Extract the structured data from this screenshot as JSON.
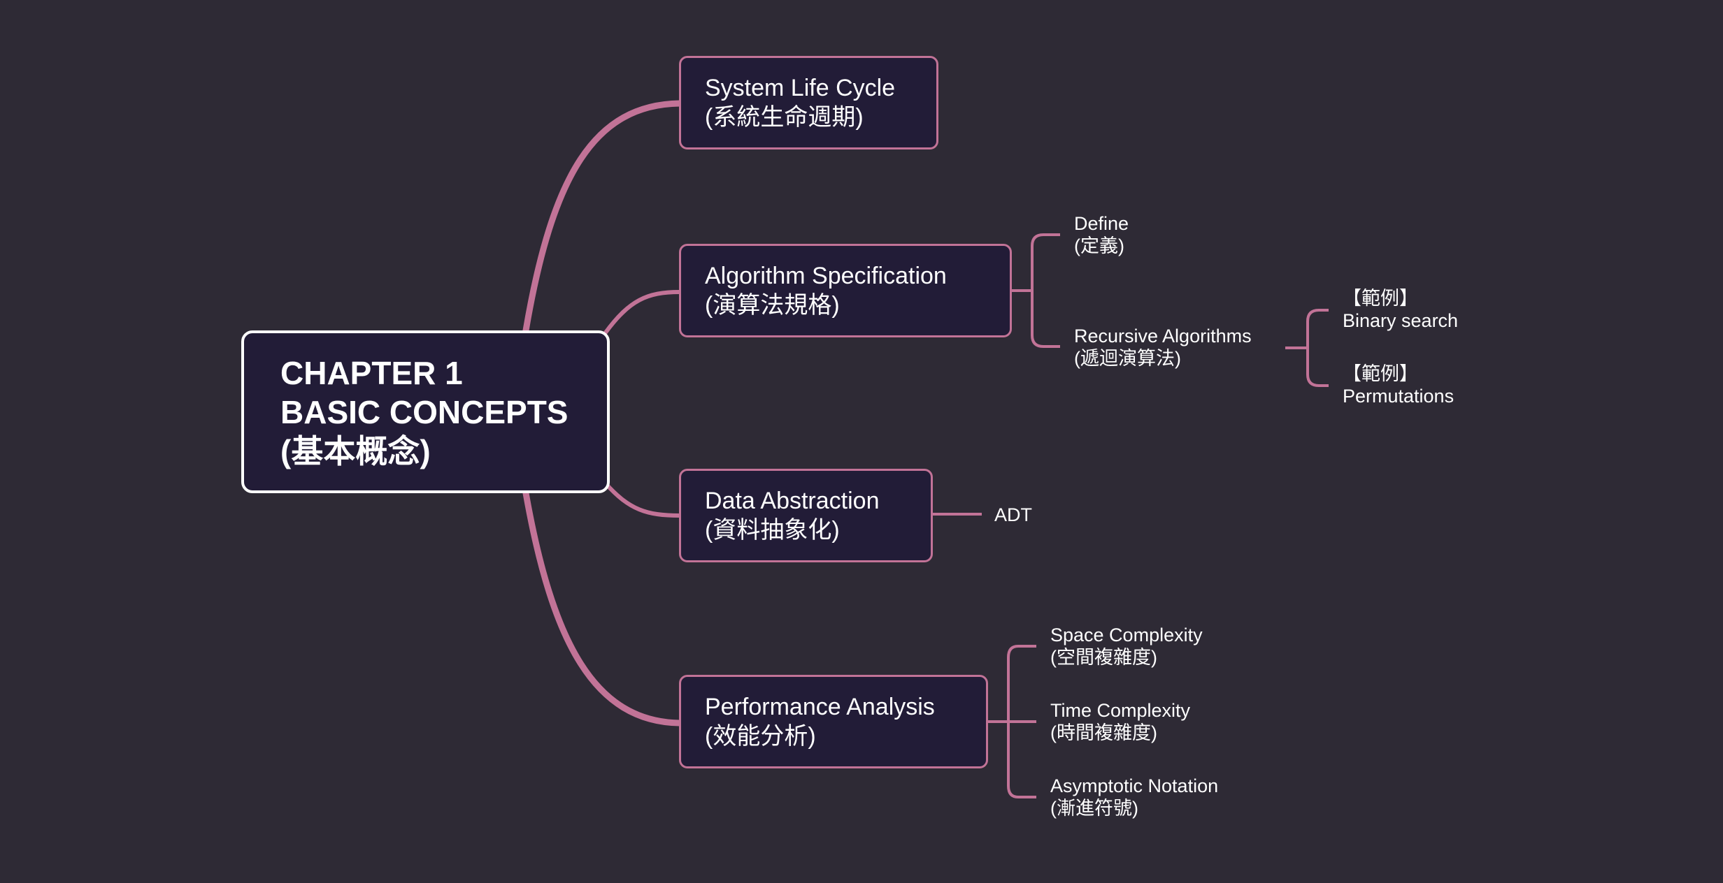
{
  "colors": {
    "background": "#2e2a35",
    "node_fill": "#221c37",
    "branch": "#c27397",
    "root_border": "#ffffff",
    "text": "#ffffff"
  },
  "root": {
    "lines": [
      "CHAPTER 1",
      "BASIC CONCEPTS",
      "(基本概念)"
    ]
  },
  "branches": [
    {
      "id": "system-life-cycle",
      "lines": [
        "System Life Cycle",
        "(系統生命週期)"
      ],
      "children": []
    },
    {
      "id": "algorithm-specification",
      "lines": [
        "Algorithm Specification",
        "(演算法規格)"
      ],
      "children": [
        {
          "lines": [
            "Define",
            "(定義)"
          ],
          "children": []
        },
        {
          "lines": [
            "Recursive Algorithms",
            "(遞迴演算法)"
          ],
          "children": [
            {
              "lines": [
                "【範例】",
                "Binary search"
              ]
            },
            {
              "lines": [
                "【範例】",
                "Permutations"
              ]
            }
          ]
        }
      ]
    },
    {
      "id": "data-abstraction",
      "lines": [
        "Data Abstraction",
        "(資料抽象化)"
      ],
      "children": [
        {
          "lines": [
            "ADT"
          ],
          "children": []
        }
      ]
    },
    {
      "id": "performance-analysis",
      "lines": [
        "Performance Analysis",
        "(效能分析)"
      ],
      "children": [
        {
          "lines": [
            "Space Complexity",
            "(空間複雜度)"
          ],
          "children": []
        },
        {
          "lines": [
            "Time Complexity",
            "(時間複雜度)"
          ],
          "children": []
        },
        {
          "lines": [
            "Asymptotic Notation",
            "(漸進符號)"
          ],
          "children": []
        }
      ]
    }
  ]
}
